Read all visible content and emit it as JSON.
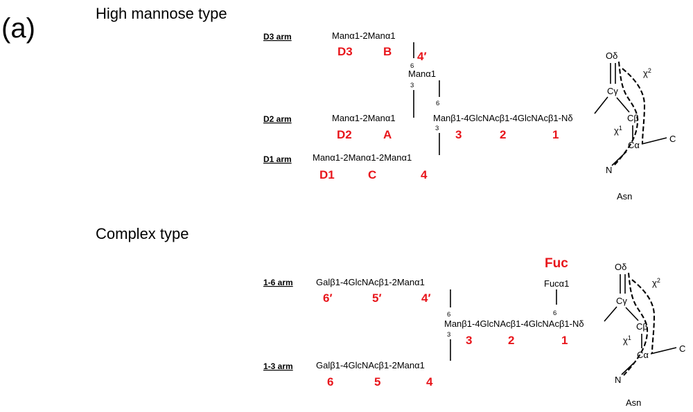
{
  "panel_label": "(a)",
  "high_mannose": {
    "title": "High mannose type",
    "arms": {
      "d3": "D3 arm",
      "d2": "D2 arm",
      "d1": "D1 arm"
    },
    "d3_chain": "Manα1-2Manα1",
    "mid_man": "Manα1",
    "d2_chain": "Manα1-2Manα1",
    "d1_chain": "Manα1-2Manα1-2Manα1",
    "core_chain": "Manβ1-4GlcNAcβ1-4GlcNAcβ1-Nδ",
    "linkage_numbers": {
      "d3_to_mid": "6",
      "mid_3": "3",
      "mid_6": "6",
      "d1_3": "3"
    },
    "labels": {
      "d3": "D3",
      "b": "B",
      "four_prime": "4′",
      "d2": "D2",
      "a": "A",
      "three": "3",
      "two": "2",
      "one": "1",
      "d1": "D1",
      "c": "C",
      "four": "4"
    }
  },
  "complex": {
    "title": "Complex type",
    "arms": {
      "a16": "1-6 arm",
      "a13": "1-3 arm"
    },
    "fuc_label": "Fuc",
    "fuc_chain": "Fucα1",
    "fuc_num": "6",
    "arm16_chain": "Galβ1-4GlcNAcβ1-2Manα1",
    "arm13_chain": "Galβ1-4GlcNAcβ1-2Manα1",
    "core_chain": "Manβ1-4GlcNAcβ1-4GlcNAcβ1-Nδ",
    "linkage_numbers": {
      "six": "6",
      "three": "3"
    },
    "labels": {
      "six_prime": "6′",
      "five_prime": "5′",
      "four_prime": "4′",
      "three": "3",
      "two": "2",
      "one": "1",
      "six": "6",
      "five": "5",
      "four": "4"
    }
  },
  "asn": {
    "o_delta": "Oδ",
    "c_gamma": "Cγ",
    "c_beta": "Cβ",
    "c_alpha": "Cα",
    "chi1": "χ1",
    "chi2": "χ2",
    "c": "C",
    "n": "N",
    "residue": "Asn"
  }
}
